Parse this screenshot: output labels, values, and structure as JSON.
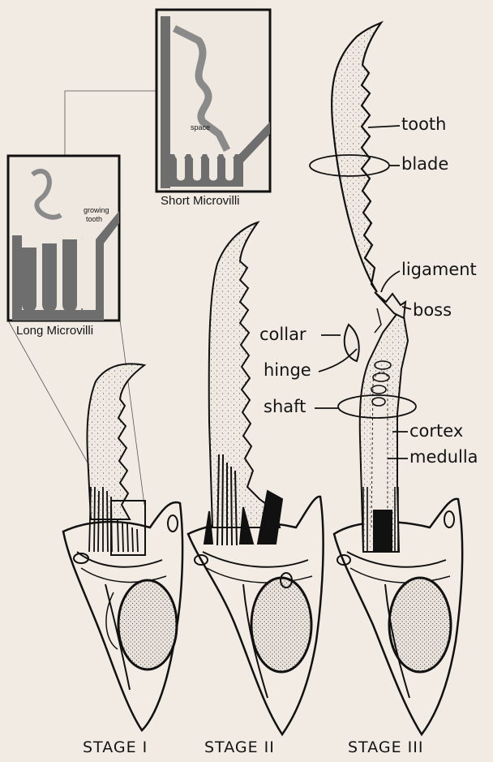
{
  "insets": {
    "long": {
      "caption": "Long Microvilli",
      "note_line1": "growing",
      "note_line2": "tooth"
    },
    "short": {
      "caption": "Short Microvilli",
      "note": "space"
    }
  },
  "labels": {
    "tooth": "tooth",
    "blade": "blade",
    "ligament": "ligament",
    "boss": "boss",
    "collar": "collar",
    "hinge": "hinge",
    "shaft": "shaft",
    "cortex": "cortex",
    "medulla": "medulla"
  },
  "stages": [
    "STAGE I",
    "STAGE II",
    "STAGE III"
  ],
  "colors": {
    "background": "#f2ebe4",
    "ink": "#141414",
    "inset_gray": "#6e6e6e",
    "inset_bg": "#eee8e0",
    "stipple": "#efe9e2"
  }
}
